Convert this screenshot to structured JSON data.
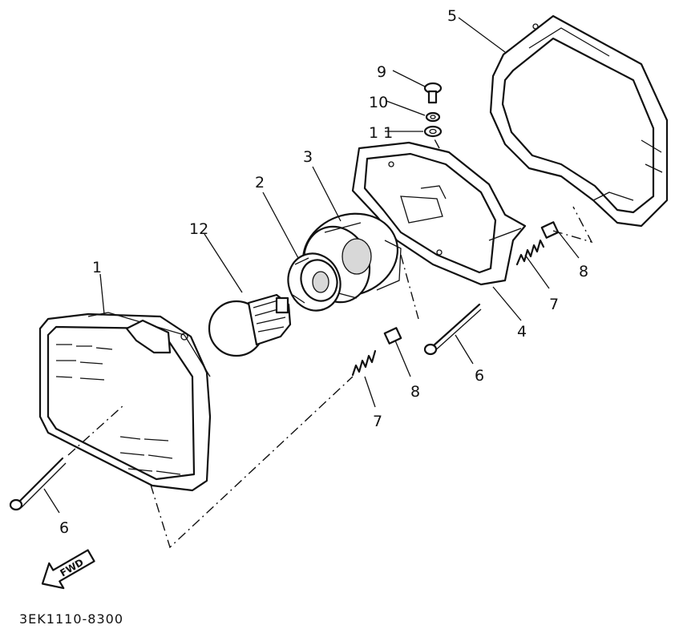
{
  "diagram": {
    "part_numbers": {
      "headlight_unit": "1",
      "bulb_socket": "2",
      "socket_housing": "3",
      "inner_bracket": "4",
      "outer_rim": "5",
      "bolt_lower_left": "6",
      "bolt_right": "6",
      "spring_lower": "7",
      "spring_upper": "7",
      "nut_lower": "8",
      "nut_upper": "8",
      "screw": "9",
      "washer_10": "10",
      "washer_11": "1 1",
      "bulb": "12"
    },
    "fwd_label": "FWD",
    "diagram_code": "3EK1110-8300"
  }
}
